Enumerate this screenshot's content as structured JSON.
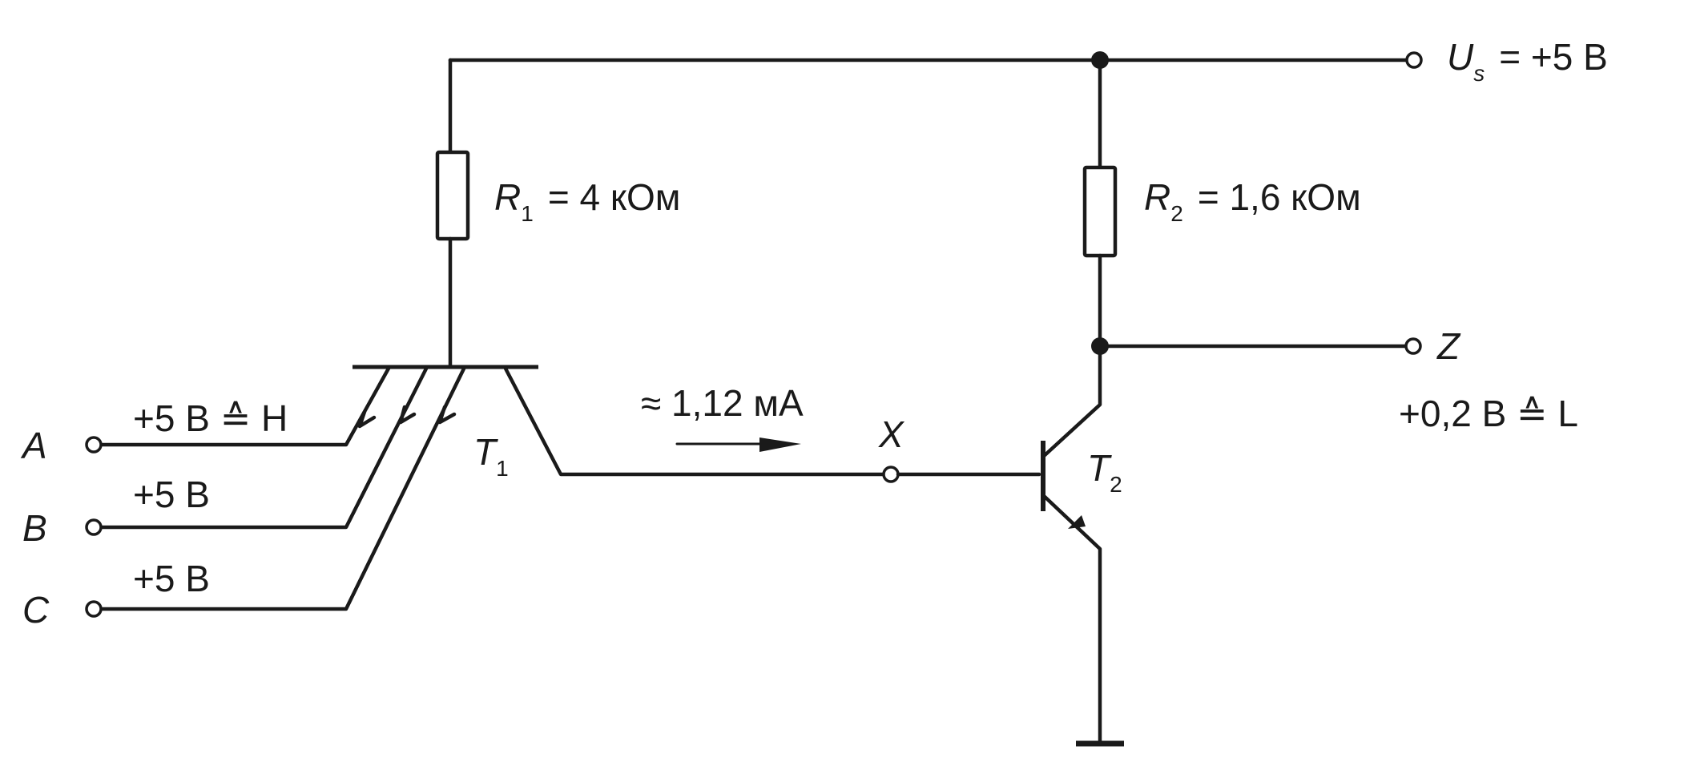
{
  "supply": {
    "symbol": "U",
    "sub": "s",
    "value": "= +5 В"
  },
  "resistors": [
    {
      "symbol": "R",
      "sub": "1",
      "value": "= 4 кОм"
    },
    {
      "symbol": "R",
      "sub": "2",
      "value": "= 1,6 кОм"
    }
  ],
  "transistors": [
    {
      "symbol": "T",
      "sub": "1"
    },
    {
      "symbol": "T",
      "sub": "2"
    }
  ],
  "inputs": [
    {
      "name": "A",
      "voltage": "+5 В ≙ H"
    },
    {
      "name": "B",
      "voltage": "+5 В"
    },
    {
      "name": "C",
      "voltage": "+5 В"
    }
  ],
  "current": "≈ 1,12 мА",
  "node_x": "X",
  "output": {
    "name": "Z",
    "voltage": "+0,2 В ≙ L"
  }
}
